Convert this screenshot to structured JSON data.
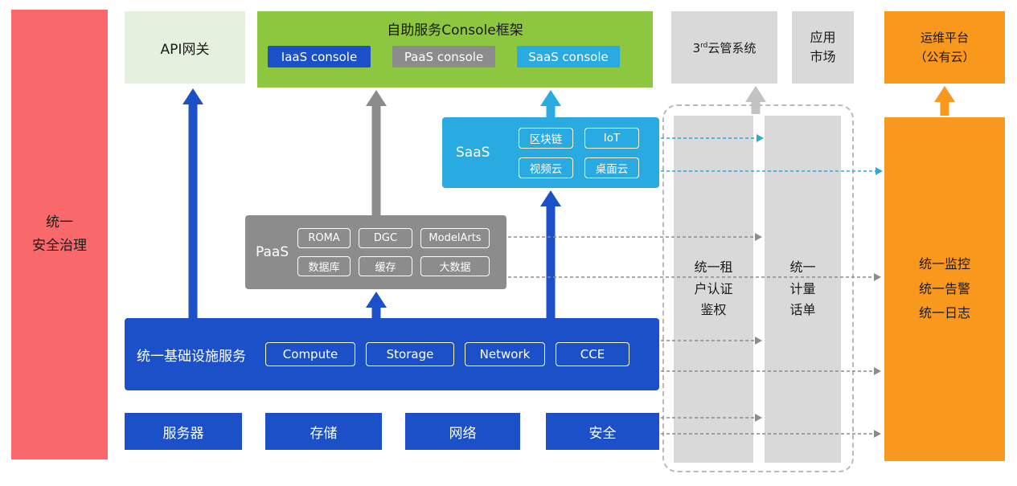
{
  "colors": {
    "red": "#F9696B",
    "api_gateway_bg": "#E4F1DF",
    "green": "#8DC63F",
    "blue": "#1B50C8",
    "gray": "#8C8C8C",
    "light_gray": "#D9D9D9",
    "cyan": "#29ABE2",
    "orange": "#F8981D"
  },
  "left_bar": {
    "label": "统一\n安全治理"
  },
  "top_row": {
    "api_gateway": {
      "label": "API网关"
    },
    "console_frame": {
      "title": "自助服务Console框架",
      "consoles": [
        {
          "label": "IaaS console"
        },
        {
          "label": "PaaS console"
        },
        {
          "label": "SaaS console"
        }
      ]
    },
    "third_party": {
      "prefix": "3",
      "sup": "rd",
      "suffix": "云管系统"
    },
    "app_market": {
      "label": "应用\n市场"
    },
    "ops_platform": {
      "label": "运维平台\n（公有云）"
    }
  },
  "saas": {
    "label": "SaaS",
    "items": [
      "区块链",
      "IoT",
      "视频云",
      "桌面云"
    ]
  },
  "paas": {
    "label": "PaaS",
    "items": [
      "ROMA",
      "DGC",
      "ModelArts",
      "数据库",
      "缓存",
      "大数据"
    ]
  },
  "infra": {
    "label": "统一基础设施服务",
    "items": [
      "Compute",
      "Storage",
      "Network",
      "CCE"
    ]
  },
  "hardware": {
    "items": [
      "服务器",
      "存储",
      "网络",
      "安全"
    ]
  },
  "right_bars": {
    "auth": {
      "label": "统一租\n户认证\n鉴权"
    },
    "billing": {
      "label": "统一\n计量\n话单"
    },
    "monitor": {
      "label": "统一监控\n统一告警\n统一日志"
    }
  }
}
